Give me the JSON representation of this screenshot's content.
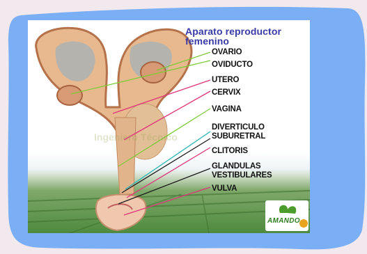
{
  "title_line1": "Aparato reproductor",
  "title_line2": "femenino",
  "labels": {
    "ovario": "OVARIO",
    "oviducto": "OVIDUCTO",
    "utero": "UTERO",
    "cervix": "CERVIX",
    "vagina": "VAGINA",
    "diverticulo1": "DIVERTICULO",
    "diverticulo2": "SUBURETRAL",
    "clitoris": "CLITORIS",
    "glandulas1": "GLANDULAS",
    "glandulas2": "VESTIBULARES",
    "vulva": "VULVA"
  },
  "watermark": "Ingeniero Técnico",
  "logo_text": "AMANDO",
  "colors": {
    "frame": "#7aaef5",
    "background": "#f1e9ee",
    "title": "#3a3aa8",
    "leader_green": "#7ecb3a",
    "leader_magenta": "#e0337a",
    "leader_cyan": "#29b4b4",
    "leader_black": "#1a1a1a"
  },
  "icons": [
    "reproductive-tract-specimen",
    "amando-logo-icon"
  ]
}
